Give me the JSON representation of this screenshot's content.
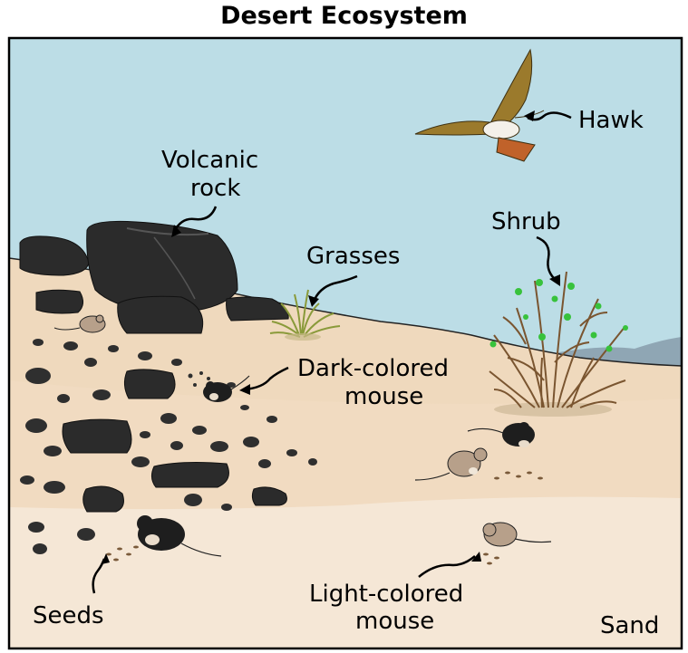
{
  "title": "Desert Ecosystem",
  "labels": {
    "hawk": "Hawk",
    "volcanic_rock_1": "Volcanic",
    "volcanic_rock_2": "rock",
    "shrub": "Shrub",
    "grasses": "Grasses",
    "dark_mouse_1": "Dark-colored",
    "dark_mouse_2": "mouse",
    "seeds": "Seeds",
    "light_mouse_1": "Light-colored",
    "light_mouse_2": "mouse",
    "sand": "Sand"
  },
  "colors": {
    "sky": "#bcdde6",
    "sand_far": "#efd9bd",
    "sand_mid": "#f2dfc6",
    "sand_near": "#f5e7d6",
    "rock": "#2b2b2b",
    "dark_mouse": "#1e1e1e",
    "light_mouse": "#b7a08a",
    "hawk_body": "#9b7a2c",
    "hawk_tail": "#c0622a",
    "shrub_stem": "#7a5530",
    "shrub_leaf": "#38c23c"
  }
}
